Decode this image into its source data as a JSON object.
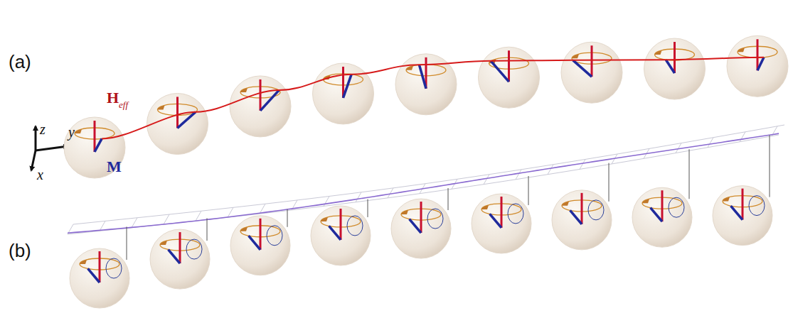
{
  "diagram": {
    "labels": [
      "(a)",
      "H",
      "eff",
      "M",
      "z",
      "y",
      "x",
      "(b)"
    ]
  }
}
